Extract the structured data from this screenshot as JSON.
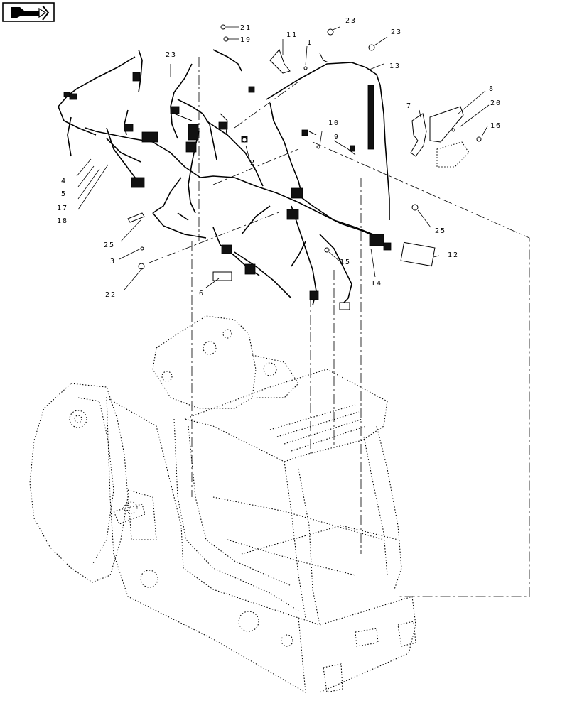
{
  "diagram": {
    "nav_icon": "return-arrow-icon",
    "callouts": [
      {
        "id": "c1",
        "label": "1"
      },
      {
        "id": "c2",
        "label": "2"
      },
      {
        "id": "c3",
        "label": "3"
      },
      {
        "id": "c4",
        "label": "4"
      },
      {
        "id": "c5",
        "label": "5"
      },
      {
        "id": "c6",
        "label": "6"
      },
      {
        "id": "c7",
        "label": "7"
      },
      {
        "id": "c8",
        "label": "8"
      },
      {
        "id": "c9",
        "label": "9"
      },
      {
        "id": "c10",
        "label": "10"
      },
      {
        "id": "c11",
        "label": "11"
      },
      {
        "id": "c12",
        "label": "12"
      },
      {
        "id": "c13",
        "label": "13"
      },
      {
        "id": "c14",
        "label": "14"
      },
      {
        "id": "c15",
        "label": "15"
      },
      {
        "id": "c16",
        "label": "16"
      },
      {
        "id": "c17",
        "label": "17"
      },
      {
        "id": "c18",
        "label": "18"
      },
      {
        "id": "c19",
        "label": "19"
      },
      {
        "id": "c20",
        "label": "20"
      },
      {
        "id": "c21",
        "label": "21"
      },
      {
        "id": "c22",
        "label": "22"
      },
      {
        "id": "c23a",
        "label": "23"
      },
      {
        "id": "c23b",
        "label": "23"
      },
      {
        "id": "c23c",
        "label": "23"
      },
      {
        "id": "c25a",
        "label": "25"
      },
      {
        "id": "c25b",
        "label": "25"
      }
    ]
  }
}
